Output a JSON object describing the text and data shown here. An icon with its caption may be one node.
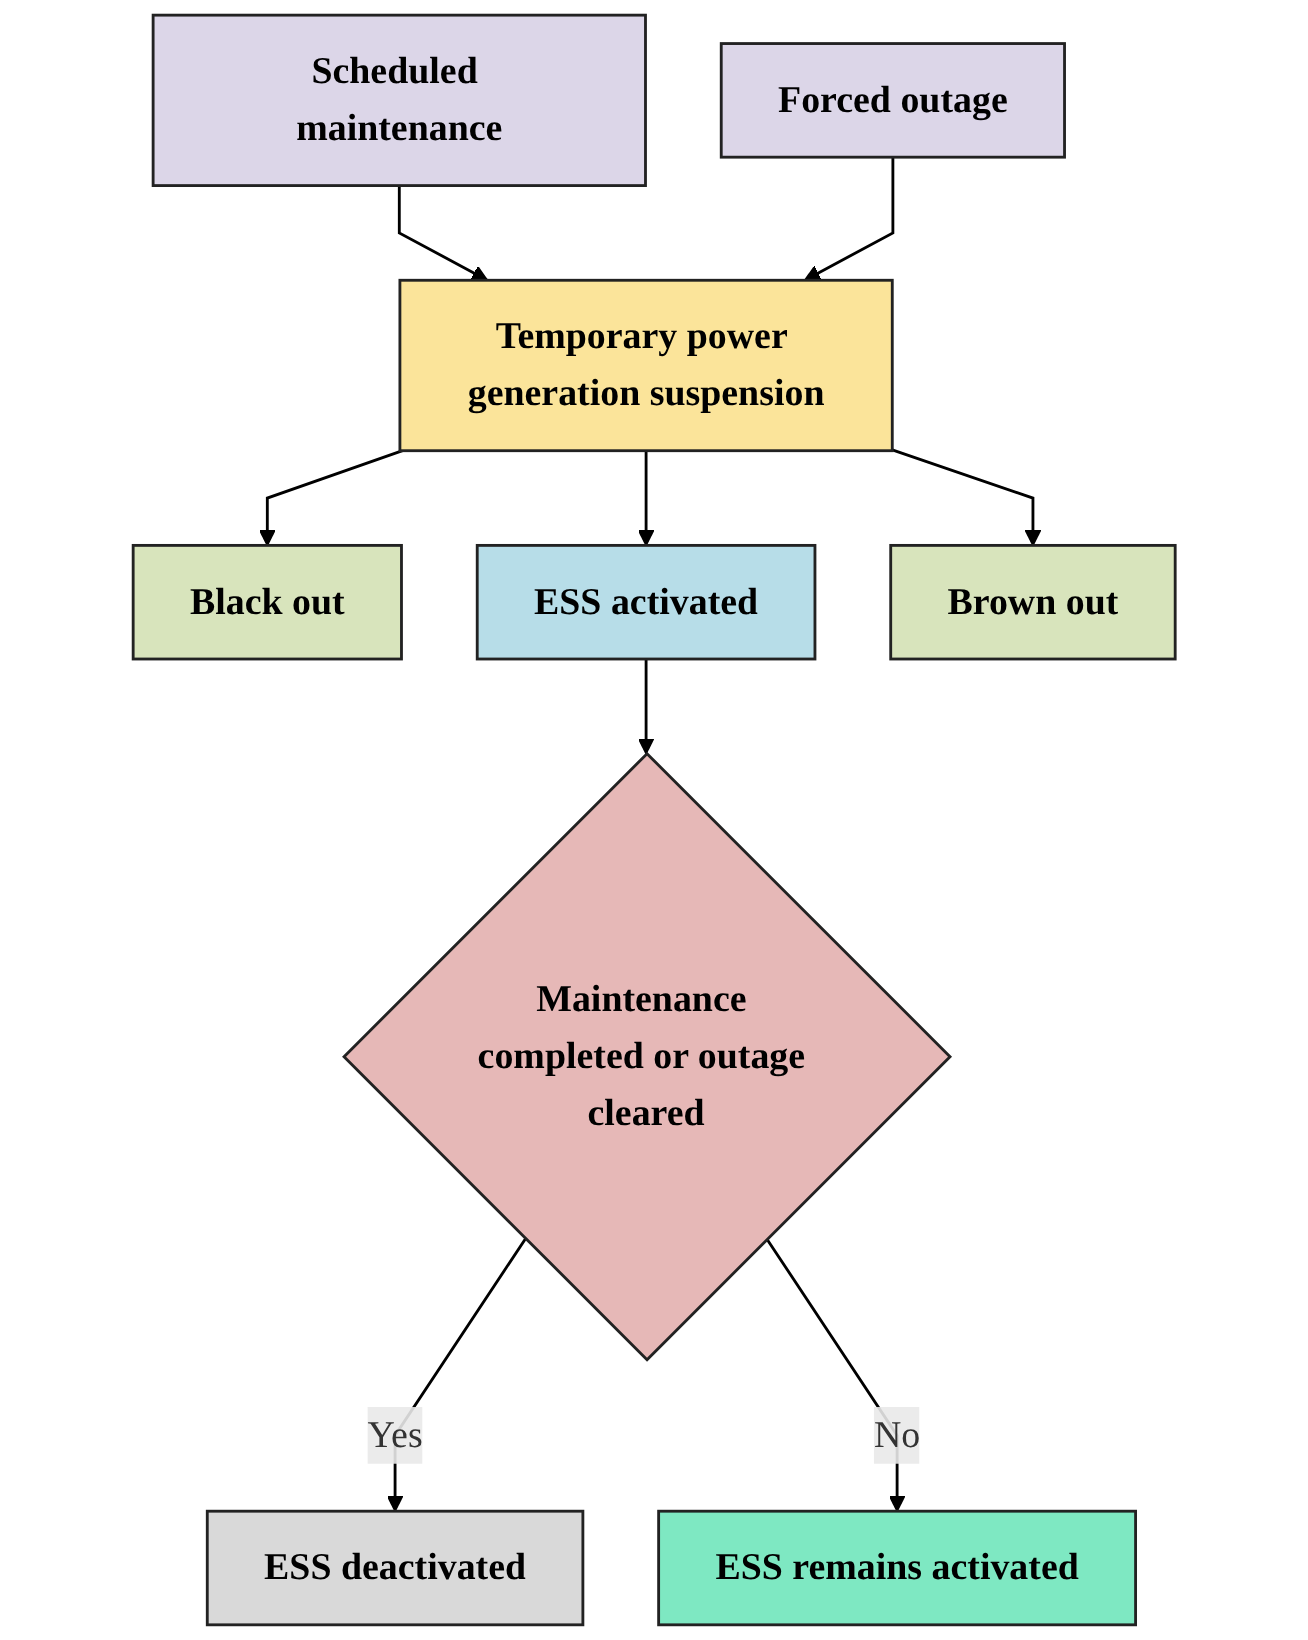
{
  "diagram": {
    "nodes": [
      {
        "text": [
          "Scheduled maintenance"
        ]
      },
      {
        "text": [
          "Forced outage"
        ]
      },
      {
        "text": [
          "Temporary power generation suspension"
        ]
      },
      {
        "text": [
          "Black out"
        ]
      },
      {
        "text": [
          "ESS activated"
        ]
      },
      {
        "text": [
          "Brown out"
        ]
      },
      {
        "text": [
          "Maintenance completed or outage cleared"
        ]
      },
      {
        "text": [
          "ESS deactivated"
        ]
      },
      {
        "text": [
          "ESS remains activated"
        ]
      }
    ],
    "edges": [
      {
        "from": 0,
        "to": 2,
        "arrow": "to"
      },
      {
        "from": 1,
        "to": 2,
        "arrow": "to"
      },
      {
        "from": 2,
        "to": 3,
        "arrow": "to"
      },
      {
        "from": 2,
        "to": 4,
        "arrow": "to"
      },
      {
        "from": 2,
        "to": 5,
        "arrow": "to"
      },
      {
        "from": 4,
        "to": 6,
        "arrow": "to"
      },
      {
        "from": 6,
        "to": 7,
        "label": "Yes",
        "arrow": "to"
      },
      {
        "from": 6,
        "to": 8,
        "label": "No",
        "arrow": "to"
      }
    ]
  }
}
